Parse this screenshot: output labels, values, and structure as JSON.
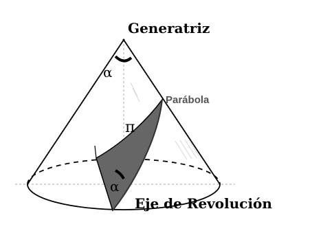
{
  "labels": {
    "generatrix": "Generatriz",
    "parabola": "Parábola",
    "plane": "π",
    "alpha_top": "α",
    "alpha_bottom": "α",
    "axis": "Eje de Revolución"
  },
  "colors": {
    "stroke": "#000000",
    "section_fill": "#666666",
    "axis_line": "#aaaaaa",
    "hatch": "#d8d8d8",
    "parabola_label": "#555555"
  }
}
